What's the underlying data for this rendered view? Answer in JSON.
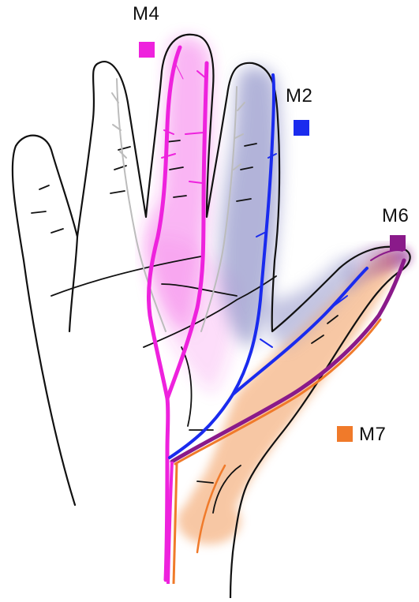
{
  "figure": {
    "labels": [
      {
        "id": "M4",
        "text": "M4",
        "color": "#ee22dd"
      },
      {
        "id": "M2",
        "text": "M2",
        "color": "#1a2bee"
      },
      {
        "id": "M6",
        "text": "M6",
        "color": "#8a1a8a"
      },
      {
        "id": "M7",
        "text": "M7",
        "color": "#f07a2a"
      }
    ],
    "colors": {
      "outline": "#111111",
      "vein_white": "#bcbcbc",
      "m4": "#ee22dd",
      "m2": "#1a2bee",
      "m6": "#8a1a8a",
      "m7": "#f07a2a",
      "m2_tint": "#7f82c0",
      "m7_tint": "#f5b07e"
    }
  }
}
